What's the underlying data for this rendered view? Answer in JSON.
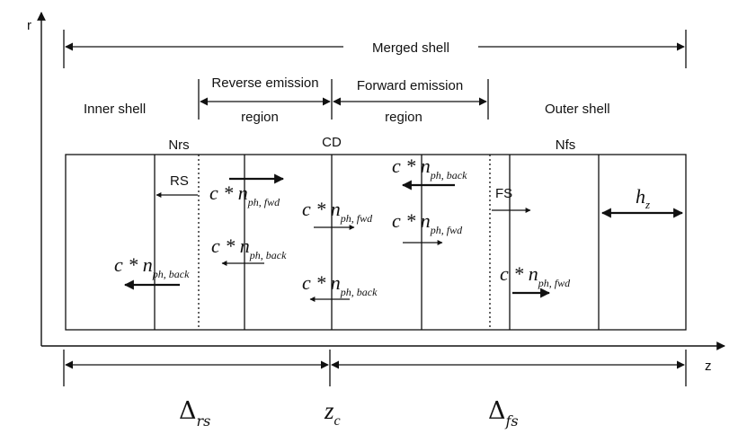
{
  "axes": {
    "r_label": "r",
    "z_label": "z"
  },
  "top_labels": {
    "merged_shell": "Merged shell",
    "inner_shell": "Inner shell",
    "reverse_emission": "Reverse emission",
    "reverse_region": "region",
    "forward_emission": "Forward emission",
    "forward_region": "region",
    "outer_shell": "Outer shell"
  },
  "box_labels": {
    "nrs": "Nrs",
    "cd": "CD",
    "nfs": "Nfs",
    "rs": "RS",
    "fs": "FS"
  },
  "flux_terms": {
    "c_star_n": "c * n",
    "ph_fwd": "ph, fwd",
    "ph_back": "ph, back"
  },
  "h_z": {
    "symbol": "h",
    "sub": "z"
  },
  "bottom_labels": {
    "delta_rs_symbol": "Δ",
    "delta_rs_sub": "rs",
    "zc_symbol": "z",
    "zc_sub": "c",
    "delta_fs_symbol": "Δ",
    "delta_fs_sub": "fs"
  }
}
